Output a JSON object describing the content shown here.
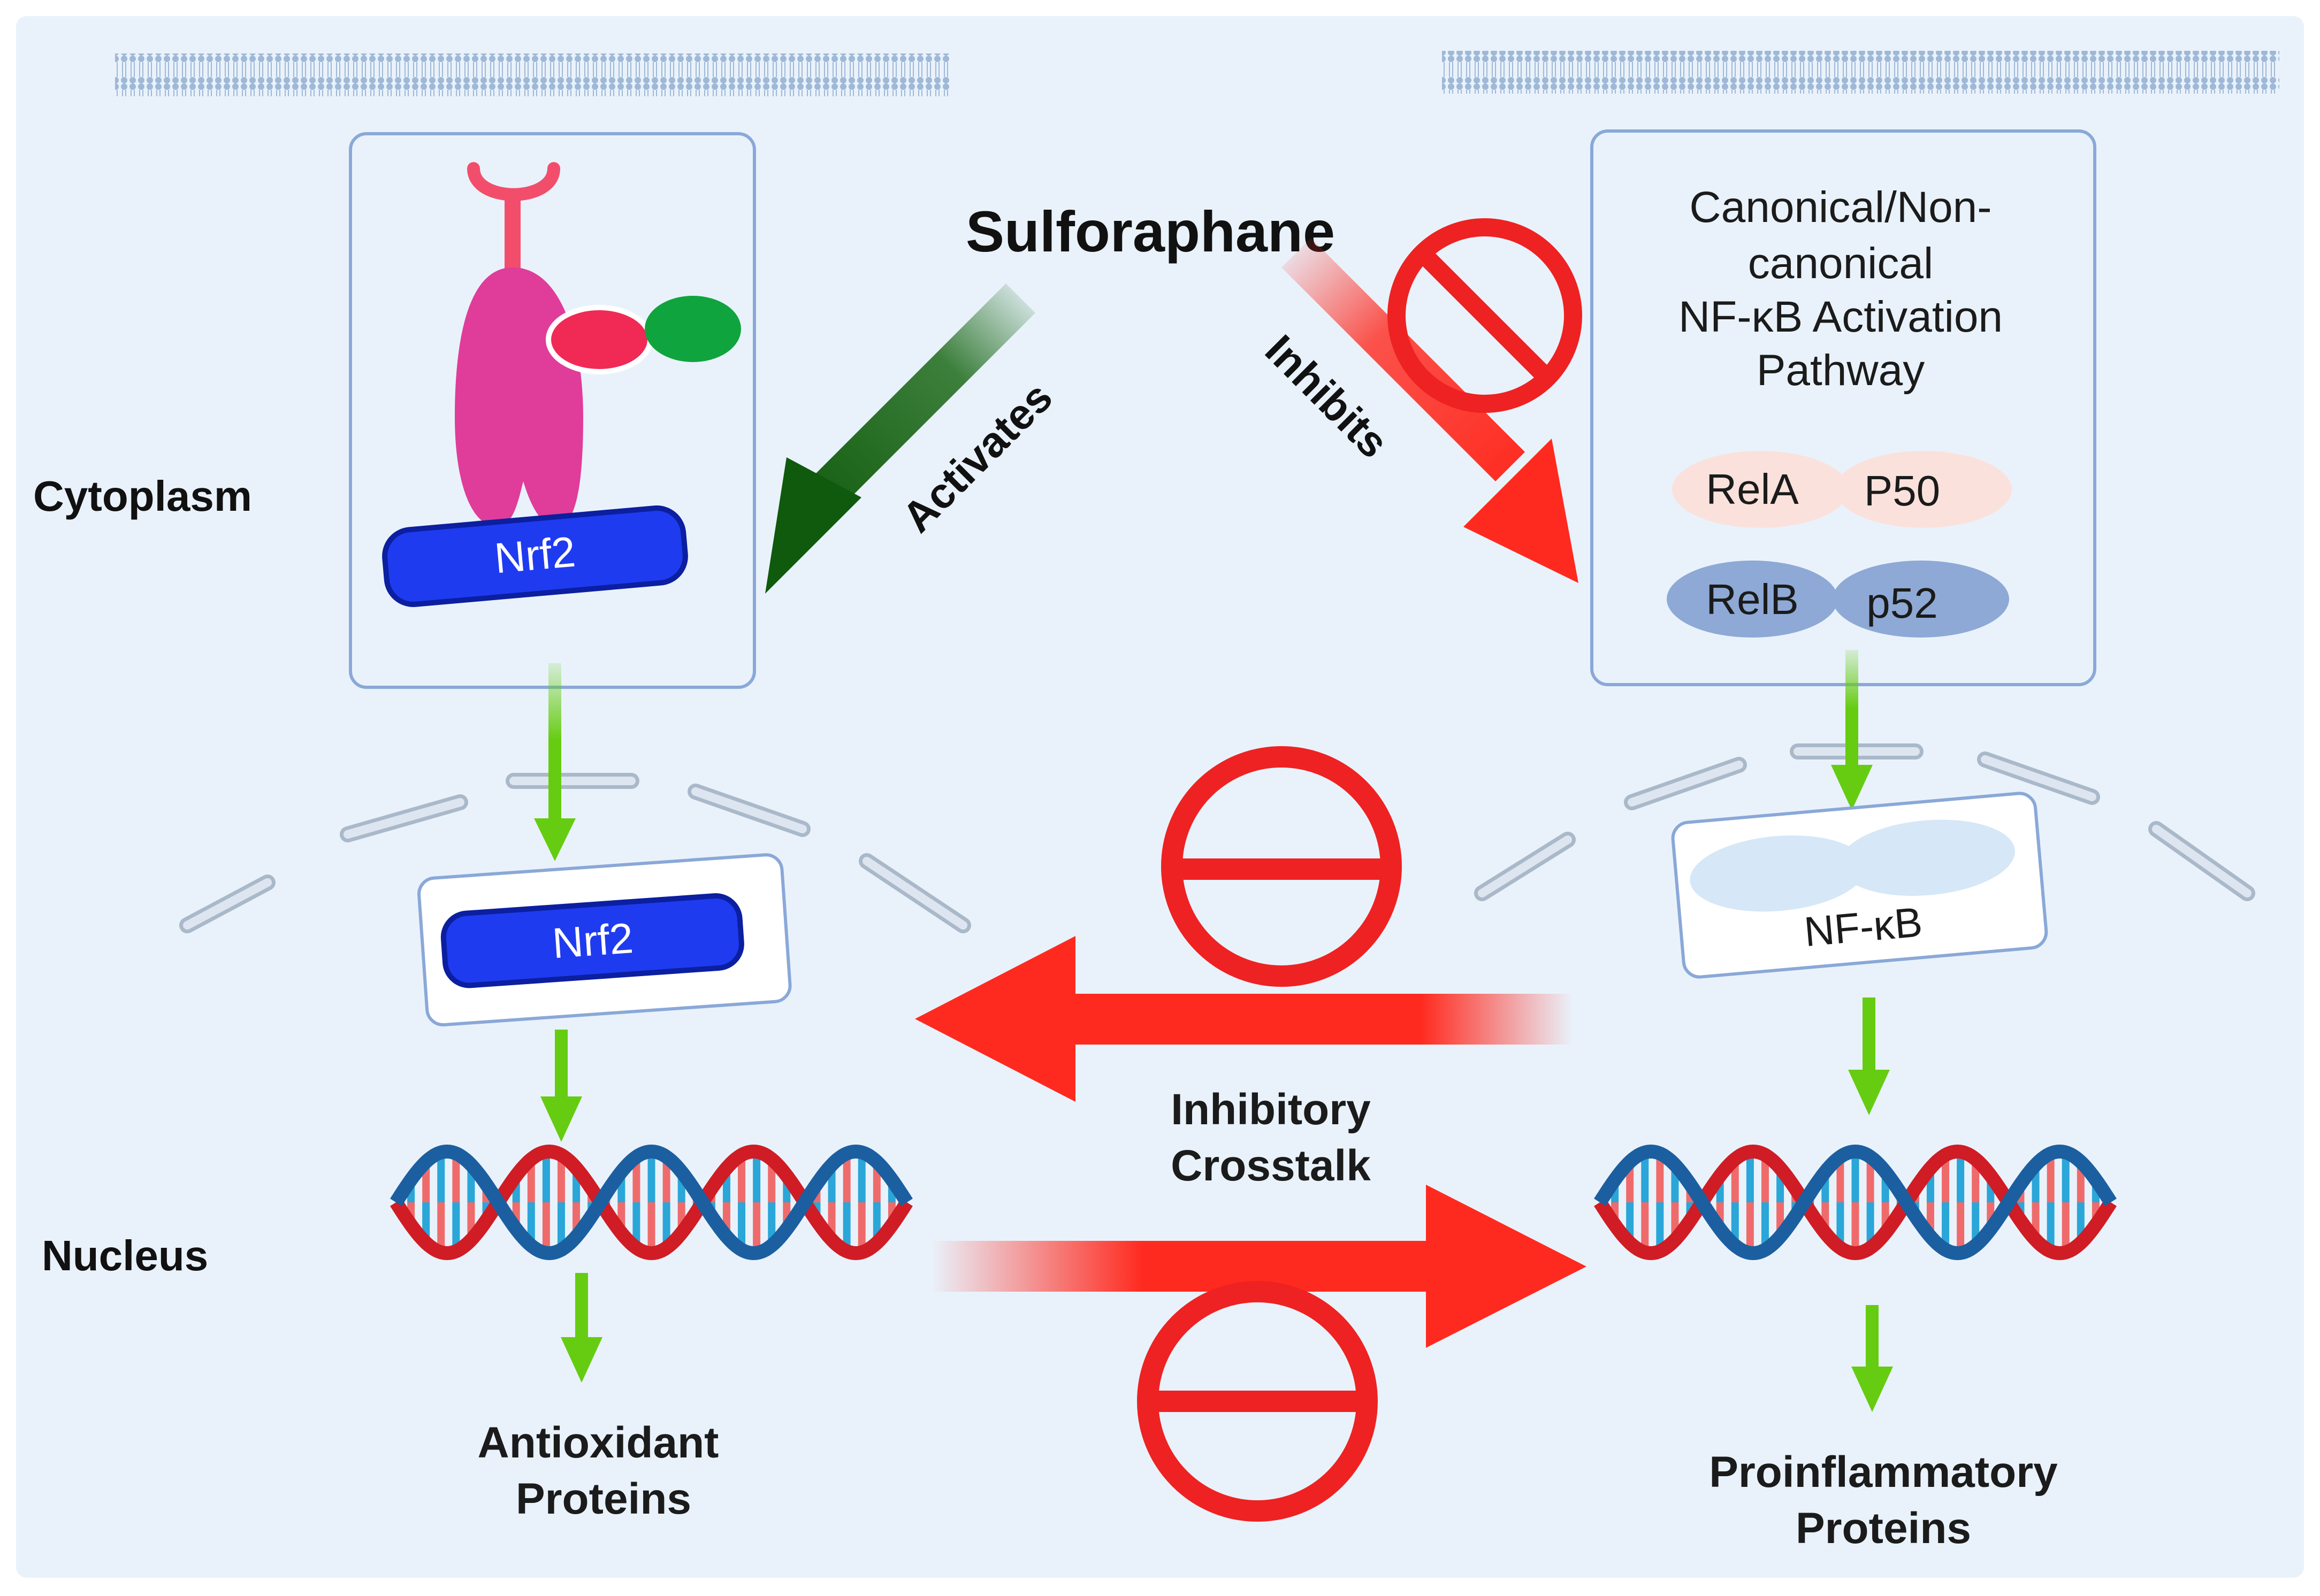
{
  "labels": {
    "sulforaphane": "Sulforaphane",
    "activates": "Activates",
    "inhibits": "Inhibits",
    "cytoplasm": "Cytoplasm",
    "nucleus": "Nucleus",
    "nrf2_cytoplasm": "Nrf2",
    "nrf2_nucleus": "Nrf2",
    "pathway_line1": "Canonical/Non-",
    "pathway_line2": "canonical",
    "pathway_line3": "NF-κB Activation",
    "pathway_line4": "Pathway",
    "rela": "RelA",
    "p50": "P50",
    "relb": "RelB",
    "p52": "p52",
    "nfkb": "NF-κB",
    "crosstalk_line1": "Inhibitory",
    "crosstalk_line2": "Crosstalk",
    "antioxidant_line1": "Antioxidant",
    "antioxidant_line2": "Proteins",
    "proinflammatory_line1": "Proinflammatory",
    "proinflammatory_line2": "Proteins"
  },
  "colors": {
    "background": "#e9f2fb",
    "activate_arrow": "#1e6b1a",
    "inhibit_arrow": "#ff2a1f",
    "flow_arrow": "#66cc11",
    "nrf2_blue": "#1f3bf0",
    "keap1_pink": "#e03c9a",
    "panel_border": "#8aa8d8"
  }
}
